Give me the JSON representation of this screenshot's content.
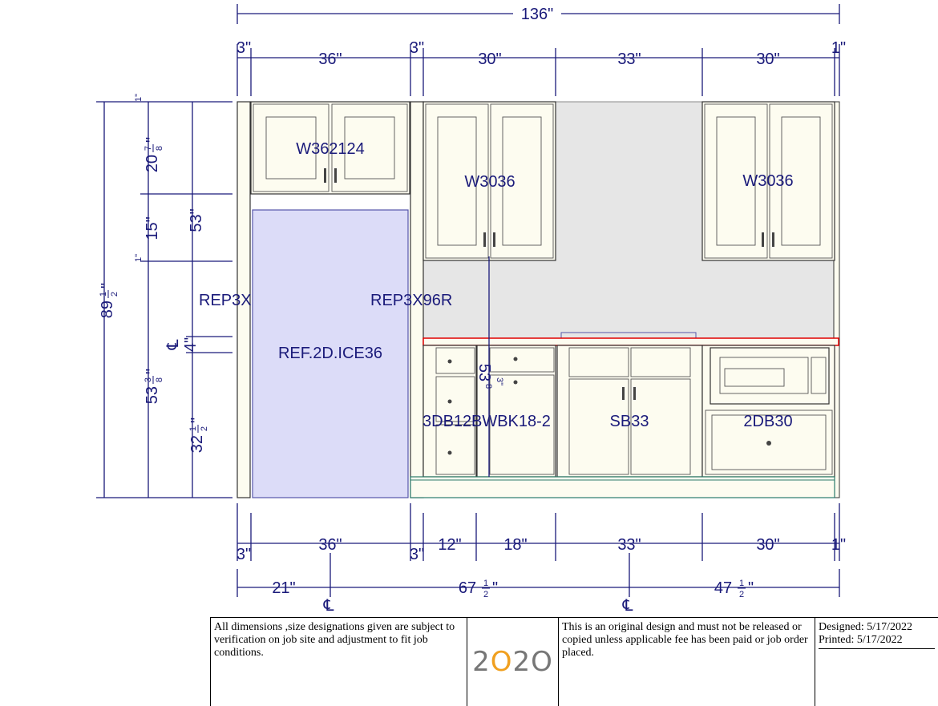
{
  "colors": {
    "dimension": "#1a1a7a",
    "cabinet_fill": "#fdfcf0",
    "refrigerator_fill": "#dcdcf8",
    "backsplash": "#e6e6e6",
    "countertop_outline": "#e00000",
    "logo_gray": "#777777",
    "logo_orange": "#f0a020"
  },
  "dimensions": {
    "overall_width": "136\"",
    "top_row": [
      "3\"",
      "36\"",
      "3\"",
      "30\"",
      "33\"",
      "30\"",
      "1\""
    ],
    "bottom_row": [
      "3\"",
      "36\"",
      "3\"",
      "12\"",
      "18\"",
      "33\"",
      "30\"",
      "1\""
    ],
    "centerline_row": [
      "21\"",
      "67",
      "\"",
      "47",
      "\""
    ],
    "half_fraction": {
      "num": "1",
      "den": "2"
    },
    "left_outer": {
      "whole": "89",
      "num": "1",
      "den": "2",
      "unit": "\""
    },
    "left_middle": {
      "whole": "53",
      "num": "3",
      "den": "8",
      "unit": "\""
    },
    "left_upper_wall": {
      "whole": "20",
      "num": "7",
      "den": "8",
      "unit": "\""
    },
    "left_gap": "15\"",
    "left_top_small": "1\"",
    "left_mid_small": "1\"",
    "left_right_col": "53\"",
    "left_base": {
      "whole": "32",
      "num": "1",
      "den": "2",
      "unit": "\""
    },
    "small_left": "4\"",
    "center_vertical": "53",
    "center_vertical_frac": "3\"",
    "center_vertical_den": "8",
    "centerline_symbol": "℄"
  },
  "labels": {
    "wall_cabinet_left": "W362124",
    "wall_cabinet_mid": "W3036",
    "wall_cabinet_right": "W3036",
    "refrigerator": "REF.2D.ICE36",
    "panel_left": "REP3X",
    "panel_right": "REP3X96R",
    "base_drawer": "3DB12",
    "base_wine": "BWBK18-2",
    "sink_base": "SB33",
    "drawer_base": "2DB30"
  },
  "title_block": {
    "disclaimer": "All dimensions ,size designations given are subject to verification on job site and adjustment to fit job conditions.",
    "logo": {
      "part1": "2",
      "part2": "O",
      "part3": "2",
      "part4": "O"
    },
    "notice": "This is an original design and must not be released or copied unless applicable fee has been paid or job order placed.",
    "designed": "Designed: 5/17/2022",
    "printed": "Printed: 5/17/2022"
  }
}
